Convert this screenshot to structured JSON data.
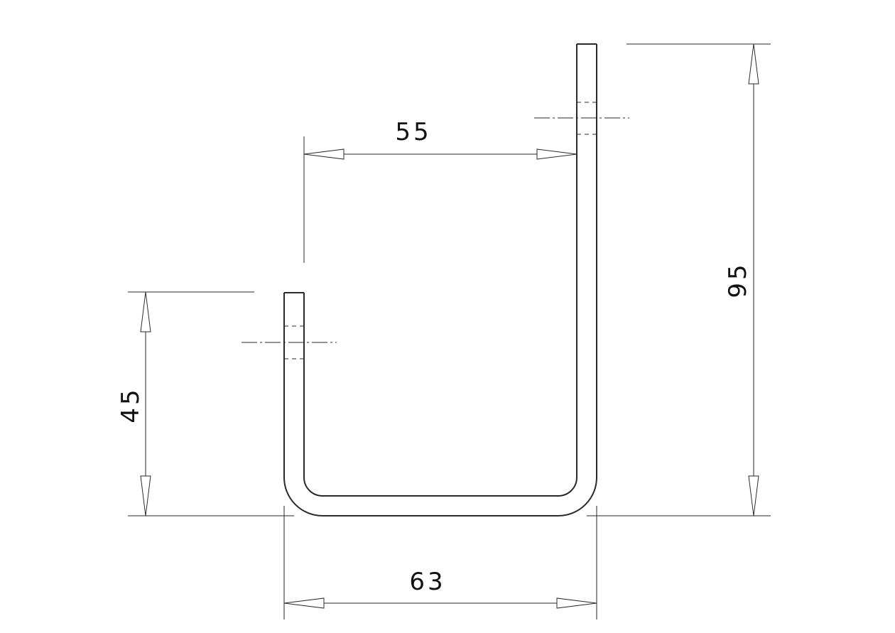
{
  "drawing": {
    "dimensions": {
      "inner_width": "55",
      "left_leg_height": "45",
      "overall_height": "95",
      "overall_width": "63"
    }
  }
}
